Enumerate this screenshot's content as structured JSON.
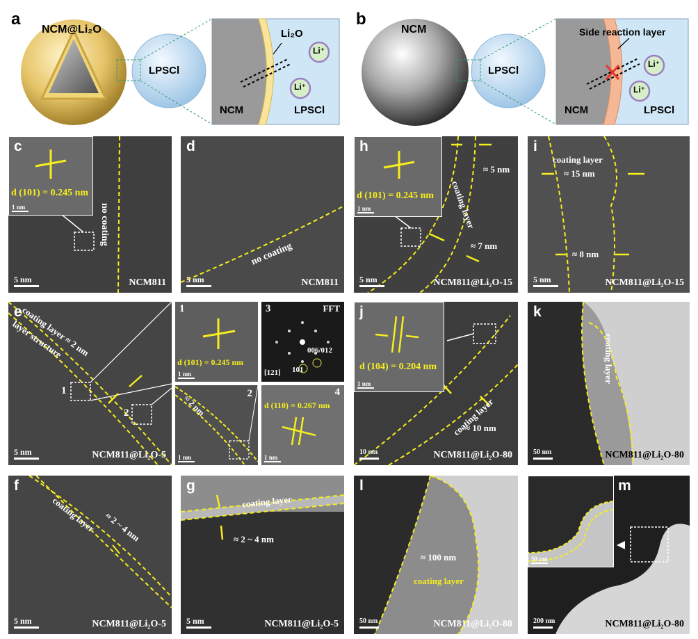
{
  "figure": {
    "a": {
      "letter": "a",
      "sphere_label": "NCM@Li₂O",
      "small_sphere_label": "LPSCl",
      "zoom_coating_label": "Li₂O",
      "zoom_left_label": "NCM",
      "zoom_right_label": "LPSCl",
      "li_ion": "Li⁺"
    },
    "b": {
      "letter": "b",
      "sphere_label": "NCM",
      "small_sphere_label": "LPSCl",
      "zoom_layer_label": "Side reaction layer",
      "zoom_left_label": "NCM",
      "zoom_right_label": "LPSCl",
      "li_ion": "Li⁺"
    },
    "c": {
      "letter": "c",
      "d_spacing": "d (101) = 0.245 nm",
      "inset_scale": "1 nm",
      "annotation": "no coating",
      "scale": "5 nm",
      "caption": "NCM811"
    },
    "d": {
      "letter": "d",
      "annotation": "no coating",
      "scale": "5 nm",
      "caption": "NCM811"
    },
    "h": {
      "letter": "h",
      "d_spacing": "d (101) = 0.245 nm",
      "inset_scale": "1 nm",
      "thickness_top": "≈ 5 nm",
      "thickness_bottom": "≈ 7 nm",
      "annotation": "coating layer",
      "scale": "5 nm",
      "caption": "NCM811@Li₂O-15"
    },
    "i": {
      "letter": "i",
      "annotation": "coating layer",
      "thickness_top": "≈ 15 nm",
      "thickness_bottom": "≈ 8 nm",
      "scale": "5 nm",
      "caption": "NCM811@Li₂O-15"
    },
    "e": {
      "letter": "e",
      "coating_annotation": "coating layer ≈ 2 nm",
      "structure_annotation": "layer structure",
      "box1": "1",
      "box2": "2",
      "scale": "5 nm",
      "caption": "NCM811@Li₂O-5",
      "sub1": {
        "num": "1",
        "d_spacing": "d (101) = 0.245 nm",
        "scale": "1 nm"
      },
      "sub2": {
        "num": "2",
        "thickness": "≈ 2 nm",
        "scale": "1 nm"
      },
      "sub3": {
        "num": "3",
        "title": "FFT",
        "spot_a": "006/012",
        "spot_b": "101",
        "zone": "[121]"
      },
      "sub4": {
        "num": "4",
        "d_spacing": "d (110) = 0.267 nm",
        "scale": "1 nm"
      }
    },
    "j": {
      "letter": "j",
      "d_spacing": "d (104) = 0.204 nm",
      "inset_scale": "1 nm",
      "annotation": "coating layer",
      "thickness": "≈ 10 nm",
      "scale": "10 nm",
      "caption": "NCM811@Li₂O-80"
    },
    "k": {
      "letter": "k",
      "annotation": "coating layer",
      "scale": "50 nm",
      "caption": "NCM811@Li₂O-80"
    },
    "f": {
      "letter": "f",
      "annotation": "coating layer",
      "thickness": "≈ 2 ~ 4 nm",
      "scale": "5 nm",
      "caption": "NCM811@Li₂O-5"
    },
    "g": {
      "letter": "g",
      "annotation": "coating layer",
      "thickness": "≈ 2 ~ 4 nm",
      "scale": "5 nm",
      "caption": "NCM811@Li₂O-5"
    },
    "l": {
      "letter": "l",
      "thickness": "≈ 100 nm",
      "annotation": "coating layer",
      "scale": "50 nm",
      "caption": "NCM811@Li₂O-80"
    },
    "m": {
      "letter": "m",
      "inset_scale": "50 nm",
      "scale": "200 nm",
      "caption": "NCM811@Li₂O-80"
    }
  },
  "colors": {
    "annotation_yellow": "#f6ee1e",
    "lpscl_blue": "#cfe6f7",
    "li2o_yellow": "#f8e59a",
    "side_layer": "#f4b896",
    "ion_fill": "#d7efc9",
    "ion_ring": "#9b7fc4"
  }
}
